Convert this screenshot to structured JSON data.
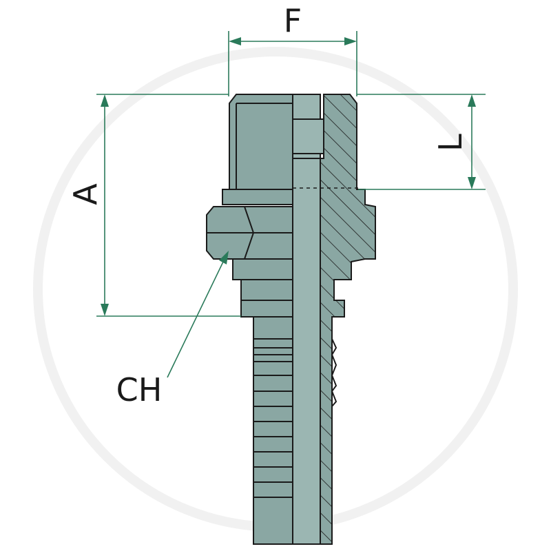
{
  "labels": {
    "F": "F",
    "L": "L",
    "A": "A",
    "CH": "CH"
  },
  "colors": {
    "steel": "#8aa7a3",
    "dimension": "#2a7a5a",
    "outline": "#1a1a1a",
    "watermark": "#ececec"
  }
}
